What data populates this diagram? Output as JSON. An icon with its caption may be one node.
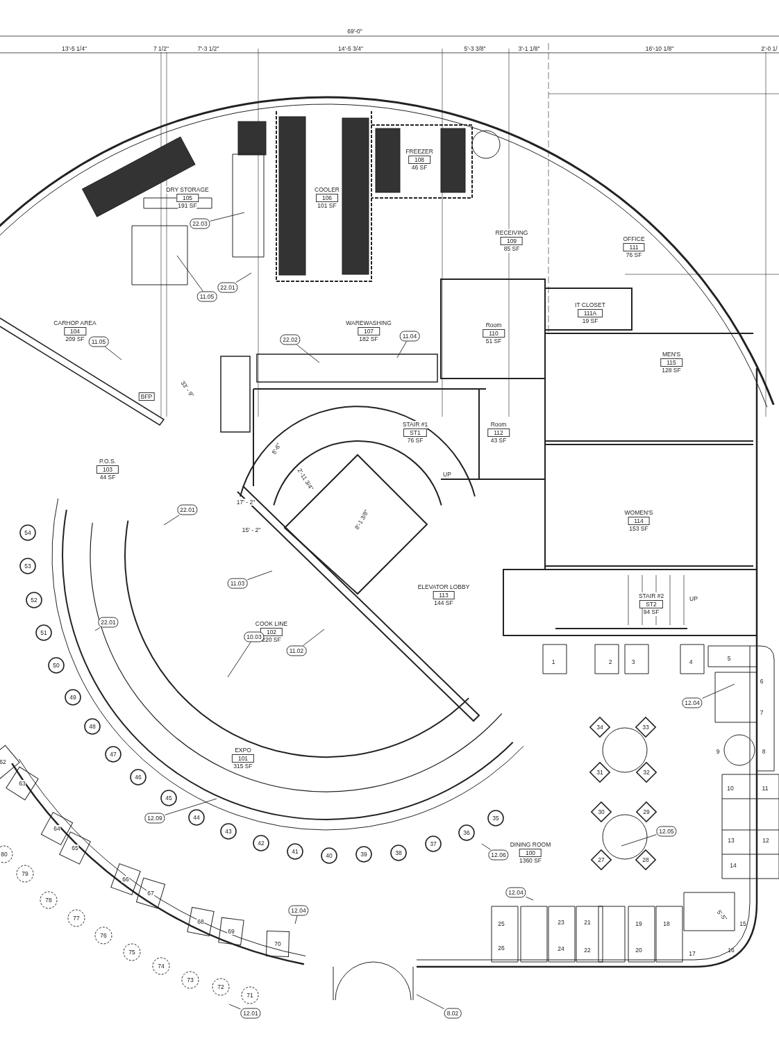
{
  "diagram": {
    "nodes": [
      {
        "text": [
          "FREEZER",
          "108",
          "46 SF"
        ]
      },
      {
        "text": [
          "DRY STORAGE",
          "105",
          "191 SF"
        ]
      },
      {
        "text": [
          "COOLER",
          "106",
          "101 SF"
        ]
      },
      {
        "text": [
          "22.03"
        ]
      },
      {
        "text": [
          "RECEIVING",
          "109",
          "85 SF"
        ]
      },
      {
        "text": [
          "OFFICE",
          "111",
          "76 SF"
        ]
      },
      {
        "text": [
          "22.01"
        ]
      },
      {
        "text": [
          "11.05"
        ]
      },
      {
        "text": [
          "IT CLOSET",
          "111A",
          "19 SF"
        ]
      },
      {
        "text": [
          "CARHOP AREA",
          "104",
          "209 SF"
        ]
      },
      {
        "text": [
          "WAREWASHING",
          "107",
          "182 SF"
        ]
      },
      {
        "text": [
          "Room",
          "110",
          "51 SF"
        ]
      },
      {
        "text": [
          "11.04"
        ]
      },
      {
        "text": [
          "22.02"
        ]
      },
      {
        "text": [
          "11.05"
        ]
      },
      {
        "text": [
          "MEN'S",
          "115",
          "128 SF"
        ]
      },
      {
        "text": [
          "STAIR #1",
          "ST1",
          "76 SF"
        ]
      },
      {
        "text": [
          "Room",
          "112",
          "43 SF"
        ]
      },
      {
        "text": [
          "P.O.S.",
          "103",
          "44 SF"
        ]
      },
      {
        "text": [
          "22.01"
        ]
      },
      {
        "text": [
          "WOMEN'S",
          "114",
          "153 SF"
        ]
      },
      {
        "text": [
          "11.03"
        ]
      },
      {
        "text": [
          "ELEVATOR LOBBY",
          "113",
          "144 SF"
        ]
      },
      {
        "text": [
          "STAIR #2",
          "ST2",
          "94 SF"
        ]
      },
      {
        "text": [
          "22.01"
        ]
      },
      {
        "text": [
          "COOK LINE",
          "102",
          "220 SF"
        ]
      },
      {
        "text": [
          "10.03"
        ]
      },
      {
        "text": [
          "11.02"
        ]
      },
      {
        "text": [
          "12.04"
        ]
      },
      {
        "text": [
          "EXPO",
          "101",
          "315 SF"
        ]
      },
      {
        "text": [
          "12.09"
        ]
      },
      {
        "text": [
          "12.05"
        ]
      },
      {
        "text": [
          "DINING ROOM",
          "100",
          "1360 SF"
        ]
      },
      {
        "text": [
          "12.06"
        ]
      },
      {
        "text": [
          "12.04"
        ]
      },
      {
        "text": [
          "12.04"
        ]
      },
      {
        "text": [
          "12.01"
        ]
      },
      {
        "text": [
          "8.02"
        ]
      }
    ],
    "edges": [
      {
        "from": 3,
        "to": null,
        "arrow": "none"
      },
      {
        "from": 6,
        "to": null,
        "arrow": "none"
      },
      {
        "from": 7,
        "to": null,
        "arrow": "none"
      },
      {
        "from": 12,
        "to": null,
        "arrow": "none"
      },
      {
        "from": 13,
        "to": null,
        "arrow": "none"
      },
      {
        "from": 14,
        "to": null,
        "arrow": "none"
      },
      {
        "from": 19,
        "to": null,
        "arrow": "none"
      },
      {
        "from": 21,
        "to": null,
        "arrow": "none"
      },
      {
        "from": 24,
        "to": null,
        "arrow": "none"
      },
      {
        "from": 26,
        "to": null,
        "arrow": "none"
      },
      {
        "from": 27,
        "to": null,
        "arrow": "none"
      },
      {
        "from": 28,
        "to": null,
        "arrow": "none"
      },
      {
        "from": 30,
        "to": null,
        "arrow": "none"
      },
      {
        "from": 31,
        "to": null,
        "arrow": "none"
      },
      {
        "from": 33,
        "to": null,
        "arrow": "none"
      },
      {
        "from": 34,
        "to": null,
        "arrow": "none"
      },
      {
        "from": 35,
        "to": null,
        "arrow": "none"
      },
      {
        "from": 36,
        "to": null,
        "arrow": "none"
      },
      {
        "from": 37,
        "to": null,
        "arrow": "none"
      }
    ],
    "labels": [
      "69'-0\"",
      "13'-5 1/4\"",
      "7 1/2\"",
      "7'-3 1/2\"",
      "14'-5 3/4\"",
      "5'-3 3/8\"",
      "3'-1 1/8\"",
      "16'-10 1/8\"",
      "2'-0 1/",
      "BFP",
      "33' - 9\"",
      "8'-6\"",
      "2'-11 3/4\"",
      "UP",
      "17' - 2\"",
      "15' - 2\"",
      "8'-1 3/8\"",
      "UP",
      "1",
      "2",
      "3",
      "4",
      "5",
      "6",
      "7",
      "8",
      "9",
      "10",
      "11",
      "12",
      "13",
      "14",
      "15",
      "16",
      "17",
      "18",
      "19",
      "20",
      "21",
      "22",
      "23",
      "24",
      "25",
      "26",
      "27",
      "28",
      "29",
      "30",
      "31",
      "32",
      "33",
      "34",
      "35",
      "36",
      "37",
      "38",
      "39",
      "40",
      "41",
      "42",
      "43",
      "44",
      "45",
      "46",
      "47",
      "48",
      "49",
      "50",
      "51",
      "52",
      "53",
      "54",
      "62",
      "63",
      "64",
      "65",
      "66",
      "67",
      "68",
      "69",
      "70",
      "71",
      "72",
      "73",
      "74",
      "75",
      "76",
      "77",
      "78",
      "79",
      "80",
      "5'-5\""
    ]
  }
}
